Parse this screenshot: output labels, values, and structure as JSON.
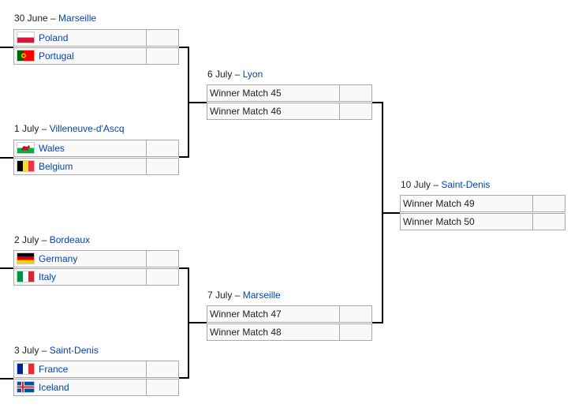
{
  "quarterfinals": [
    {
      "date": "30 June",
      "sep": " – ",
      "venue": "Marseille",
      "teams": [
        {
          "name": "Poland",
          "flag": "poland-flag-icon",
          "score": ""
        },
        {
          "name": "Portugal",
          "flag": "portugal-flag-icon",
          "score": ""
        }
      ]
    },
    {
      "date": "1 July",
      "sep": " – ",
      "venue": "Villeneuve-d'Ascq",
      "teams": [
        {
          "name": "Wales",
          "flag": "wales-flag-icon",
          "score": ""
        },
        {
          "name": "Belgium",
          "flag": "belgium-flag-icon",
          "score": ""
        }
      ]
    },
    {
      "date": "2 July",
      "sep": " – ",
      "venue": "Bordeaux",
      "teams": [
        {
          "name": "Germany",
          "flag": "germany-flag-icon",
          "score": ""
        },
        {
          "name": "Italy",
          "flag": "italy-flag-icon",
          "score": ""
        }
      ]
    },
    {
      "date": "3 July",
      "sep": " – ",
      "venue": "Saint-Denis",
      "teams": [
        {
          "name": "France",
          "flag": "france-flag-icon",
          "score": ""
        },
        {
          "name": "Iceland",
          "flag": "iceland-flag-icon",
          "score": ""
        }
      ]
    }
  ],
  "semifinals": [
    {
      "date": "6 July",
      "sep": " – ",
      "venue": "Lyon",
      "teams": [
        {
          "name": "Winner Match 45",
          "score": ""
        },
        {
          "name": "Winner Match 46",
          "score": ""
        }
      ]
    },
    {
      "date": "7 July",
      "sep": " – ",
      "venue": "Marseille",
      "teams": [
        {
          "name": "Winner Match 47",
          "score": ""
        },
        {
          "name": "Winner Match 48",
          "score": ""
        }
      ]
    }
  ],
  "final": {
    "date": "10 July",
    "sep": " – ",
    "venue": "Saint-Denis",
    "teams": [
      {
        "name": "Winner Match 49",
        "score": ""
      },
      {
        "name": "Winner Match 50",
        "score": ""
      }
    ]
  },
  "colors": {
    "link": "#0645ad",
    "box_bg": "#f9f9f9",
    "box_border": "#aaaaaa",
    "connector": "#000000"
  }
}
